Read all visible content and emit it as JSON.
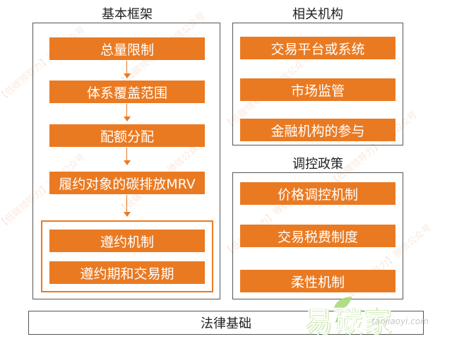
{
  "watermark": {
    "text": "【低碳领导力】微信公众号"
  },
  "framework": {
    "title": "基本框架",
    "steps": [
      "总量限制",
      "体系覆盖范围",
      "配额分配",
      "履约对象的碳排放MRV"
    ],
    "compliance": [
      "遵约机制",
      "遵约期和交易期"
    ]
  },
  "institutions": {
    "title": "相关机构",
    "items": [
      "交易平台或系统",
      "市场监管",
      "金融机构的参与"
    ]
  },
  "policy": {
    "title": "调控政策",
    "items": [
      "价格调控机制",
      "交易税费制度",
      "柔性机制"
    ]
  },
  "foundation": {
    "label": "法律基础"
  },
  "logo": {
    "main": "易碳家",
    "sub": "tanjiaoyi.com"
  },
  "colors": {
    "box": "#ea7a22",
    "frame": "#555555"
  }
}
